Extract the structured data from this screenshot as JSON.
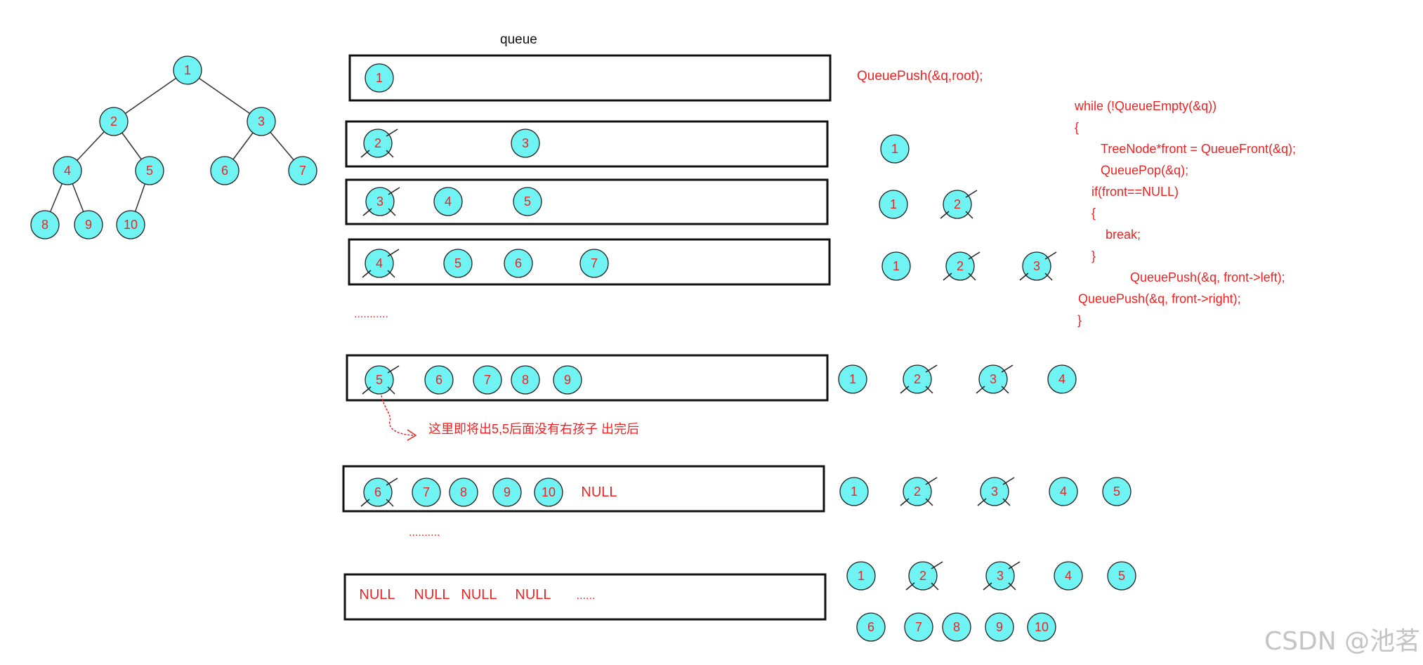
{
  "colors": {
    "node_fill": "#6ff3f3",
    "node_stroke": "#222222",
    "text_red": "#ee2222",
    "box_stroke": "#111111"
  },
  "tree": {
    "nodes": [
      "1",
      "2",
      "3",
      "4",
      "5",
      "6",
      "7",
      "8",
      "9",
      "10"
    ],
    "edges": [
      [
        "1",
        "2"
      ],
      [
        "1",
        "3"
      ],
      [
        "2",
        "4"
      ],
      [
        "2",
        "5"
      ],
      [
        "3",
        "6"
      ],
      [
        "3",
        "7"
      ],
      [
        "4",
        "8"
      ],
      [
        "4",
        "9"
      ],
      [
        "5",
        "10"
      ]
    ]
  },
  "queue_title": "queue",
  "rows": [
    {
      "queue": [
        "1"
      ],
      "popped": []
    },
    {
      "queue": [
        "2",
        "3"
      ],
      "popped": [
        "1"
      ]
    },
    {
      "queue": [
        "3",
        "4",
        "5"
      ],
      "popped": [
        "1",
        "2"
      ]
    },
    {
      "queue": [
        "4",
        "5",
        "6",
        "7"
      ],
      "popped": [
        "1",
        "2",
        "3"
      ]
    },
    {
      "queue": [
        "5",
        "6",
        "7",
        "8",
        "9"
      ],
      "popped": [
        "1",
        "2",
        "3",
        "4"
      ]
    },
    {
      "queue": [
        "6",
        "7",
        "8",
        "9",
        "10",
        "NULL"
      ],
      "popped": [
        "1",
        "2",
        "3",
        "4",
        "5"
      ]
    },
    {
      "queue": [
        "NULL",
        "NULL",
        "NULL",
        "NULL",
        "......"
      ],
      "popped": [
        "1",
        "2",
        "3",
        "4",
        "5",
        "6",
        "7",
        "8",
        "9",
        "10"
      ]
    }
  ],
  "ellipsis_1": "...........",
  "ellipsis_2": "..........",
  "annotation": "这里即将出5,5后面没有右孩子 出完后",
  "push_root": "QueuePush(&q,root);",
  "code_lines": [
    "while (!QueueEmpty(&q))",
    "{",
    "TreeNode*front = QueueFront(&q);",
    "QueuePop(&q);",
    "if(front==NULL)",
    "{",
    "break;",
    "}",
    "QueuePush(&q, front->left);",
    "QueuePush(&q, front->right);",
    "}"
  ],
  "watermark": "CSDN @池茗"
}
